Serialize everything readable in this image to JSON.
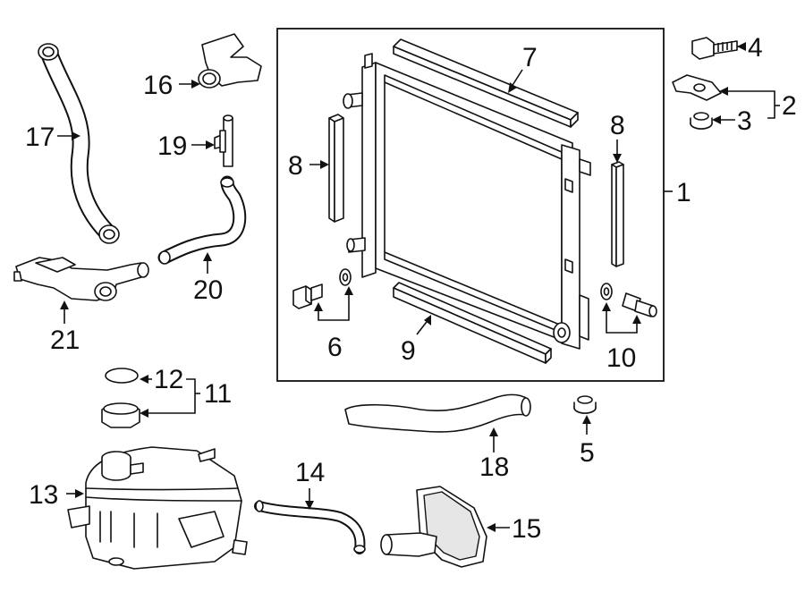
{
  "callouts": {
    "c1": "1",
    "c2": "2",
    "c3": "3",
    "c4": "4",
    "c5": "5",
    "c6": "6",
    "c7": "7",
    "c8a": "8",
    "c8b": "8",
    "c9": "9",
    "c10": "10",
    "c11": "11",
    "c12": "12",
    "c13": "13",
    "c14": "14",
    "c15": "15",
    "c16": "16",
    "c17": "17",
    "c18": "18",
    "c19": "19",
    "c20": "20",
    "c21": "21"
  },
  "colors": {
    "line": "#111111",
    "background": "#ffffff",
    "shade": "#e6e6e6"
  }
}
